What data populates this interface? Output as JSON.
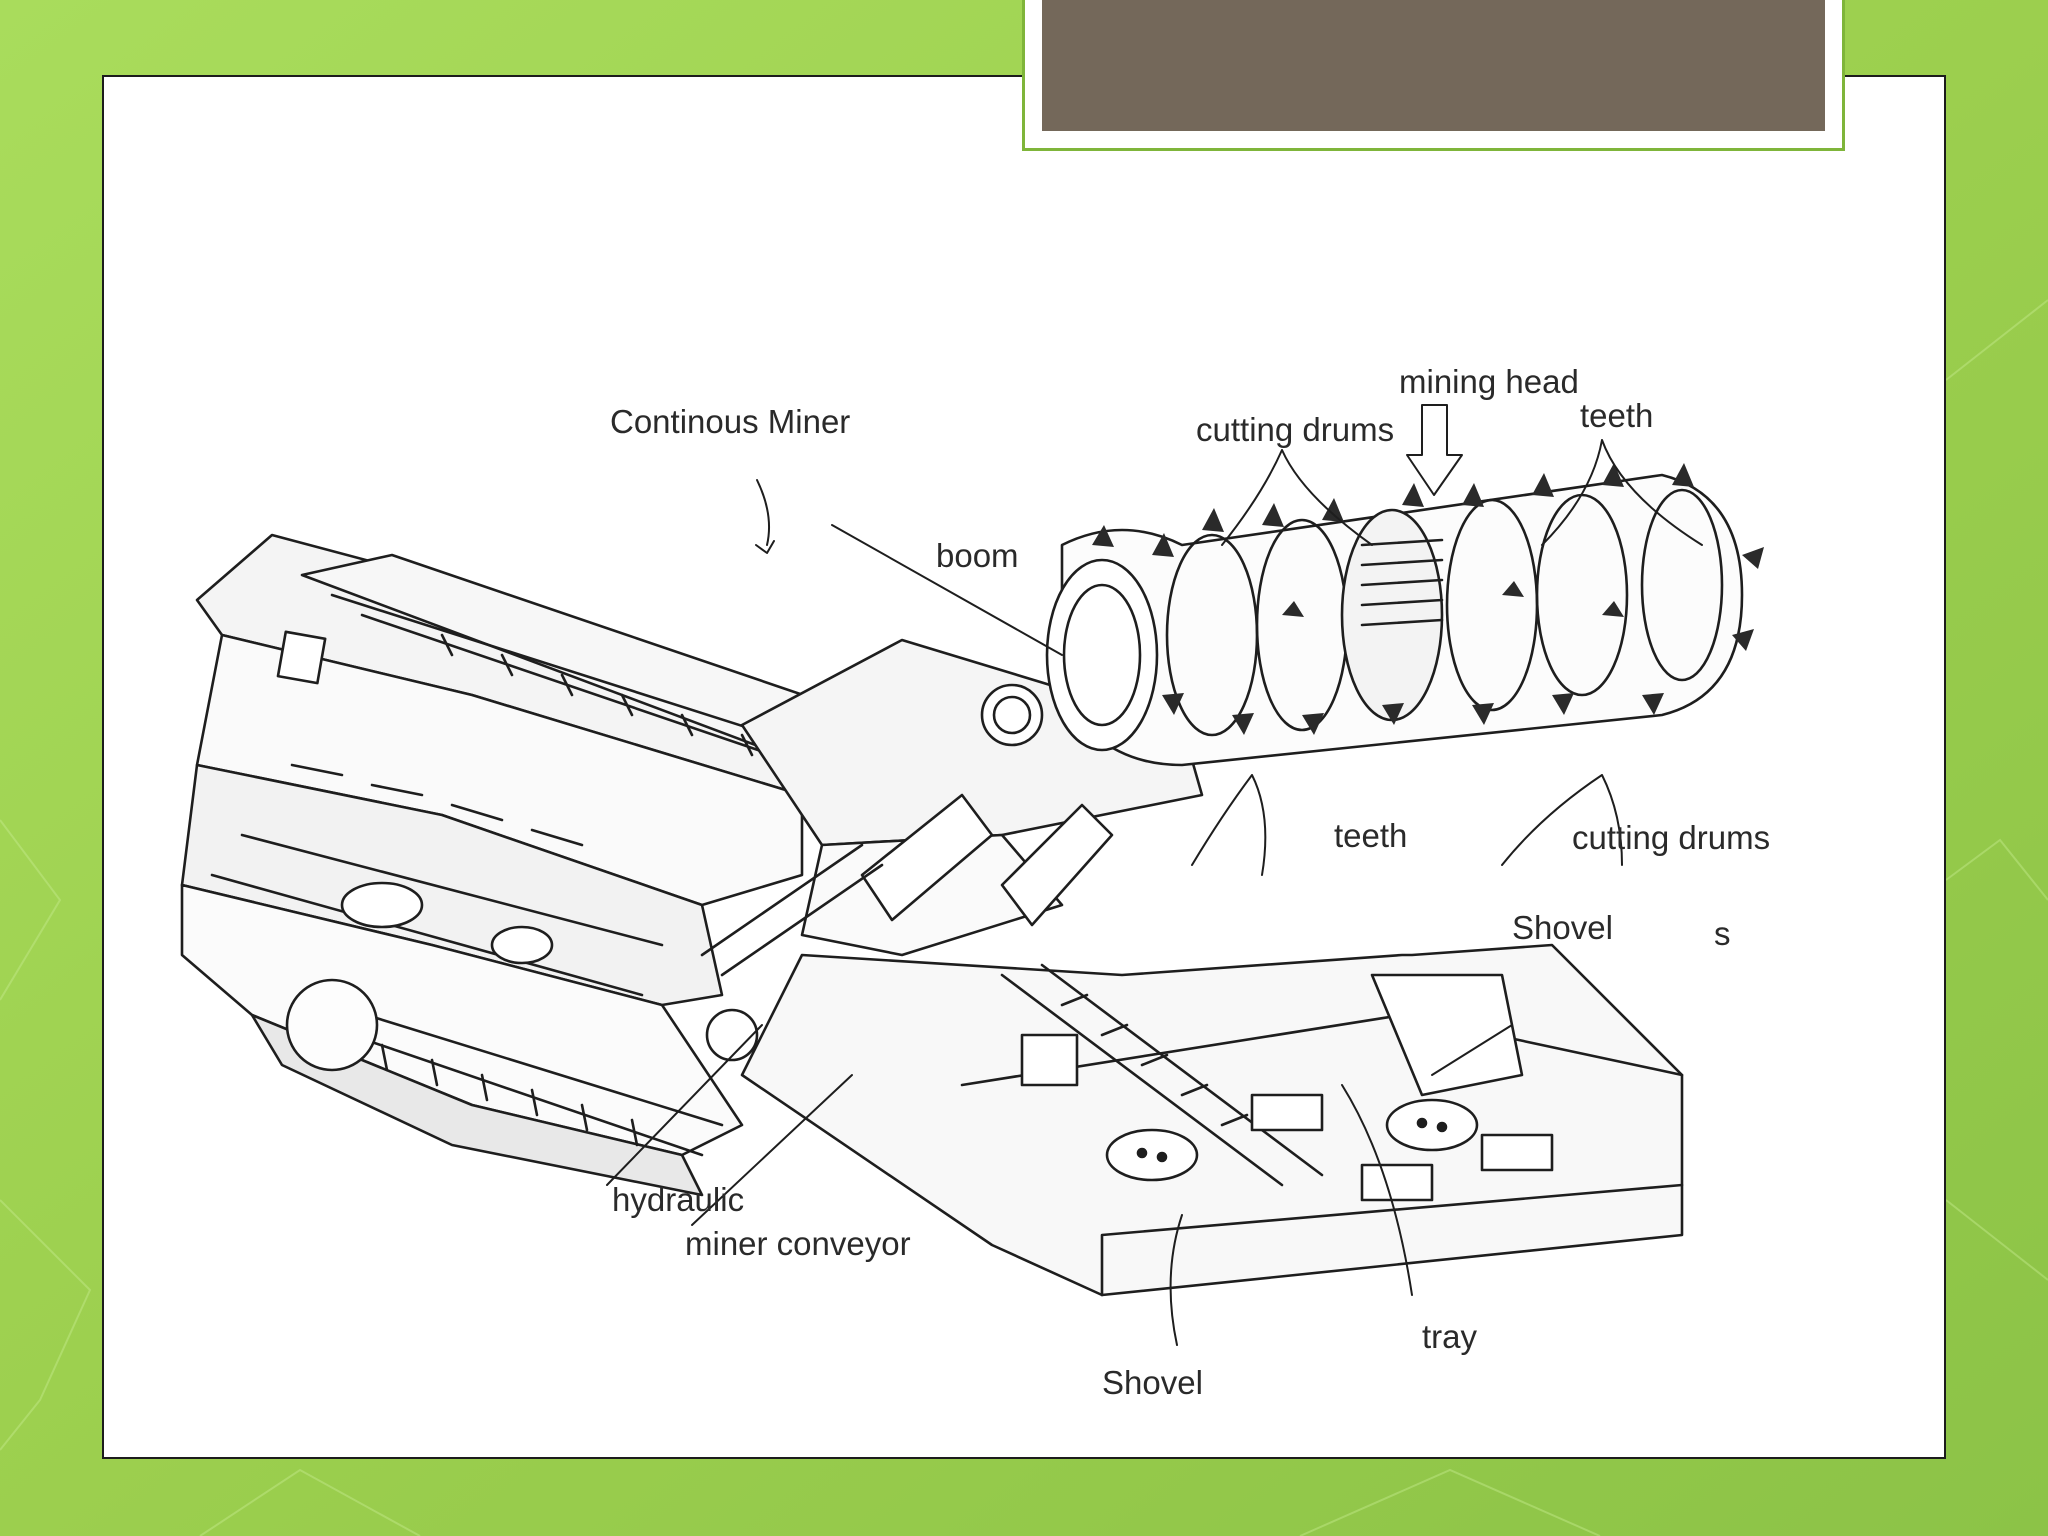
{
  "colors": {
    "background_light": "#b4e26a",
    "background_dark": "#7db83a",
    "title_fill": "#74685a",
    "title_border": "#7fb53a",
    "frame_border": "#1c1c1c",
    "line_art": "#1e1e1e"
  },
  "slide": {
    "title_text": ""
  },
  "diagram": {
    "labels": {
      "continuous_miner": "Continous Miner",
      "boom": "boom",
      "cutting_drums_top": "cutting drums",
      "mining_head": "mining head",
      "teeth_top": "teeth",
      "teeth_bottom": "teeth",
      "cutting_drums_bottom": "cutting drums",
      "shovel_right": "Shovel",
      "hydraulic": "hydraulic",
      "miner_conveyor": "miner conveyor",
      "tray": "tray",
      "shovel_bottom": "Shovel",
      "edge_fragment": "s"
    }
  }
}
